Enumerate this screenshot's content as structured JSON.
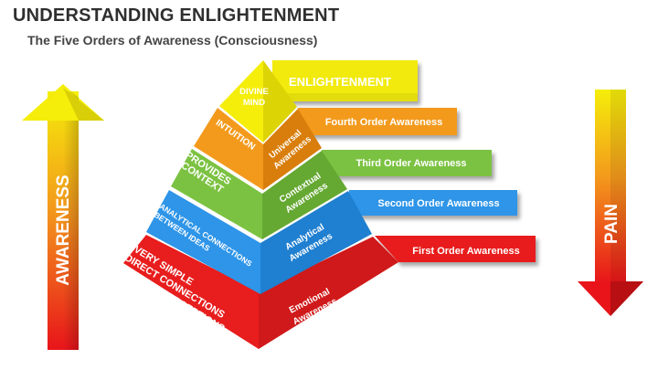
{
  "header": {
    "title": "UNDERSTANDING ENLIGHTENMENT",
    "subtitle": "The Five Orders of Awareness (Consciousness)"
  },
  "arrows": {
    "left_label": "AWARENESS",
    "right_label": "PAIN"
  },
  "levels": [
    {
      "id": "enlightenment",
      "left": [
        "DIVINE",
        "MIND"
      ],
      "front": [],
      "banner": "ENLIGHTENMENT",
      "color": "#f2ea0c"
    },
    {
      "id": "fourth",
      "left": [
        "INTUITION"
      ],
      "front": [
        "Universal",
        "Awareness"
      ],
      "banner": "Fourth Order Awareness",
      "color": "#f39a1c"
    },
    {
      "id": "third",
      "left": [
        "PROVIDES",
        "CONTEXT"
      ],
      "front": [
        "Contextual",
        "Awareness"
      ],
      "banner": "Third Order Awareness",
      "color": "#7cc242"
    },
    {
      "id": "second",
      "left": [
        "ANALYTICAL CONNECTIONS",
        "BETWEEN IDEAS"
      ],
      "front": [
        "Analytical",
        "Awareness"
      ],
      "banner": "Second Order Awareness",
      "color": "#2e95e8"
    },
    {
      "id": "first",
      "left": [
        "VERY SIMPLE",
        "DIRECT CONNECTIONS",
        "BETWEEN PERCEPTIONS"
      ],
      "front": [
        "Emotional",
        "Awareness"
      ],
      "banner": "First Order Awareness",
      "color": "#e81d1d"
    }
  ]
}
